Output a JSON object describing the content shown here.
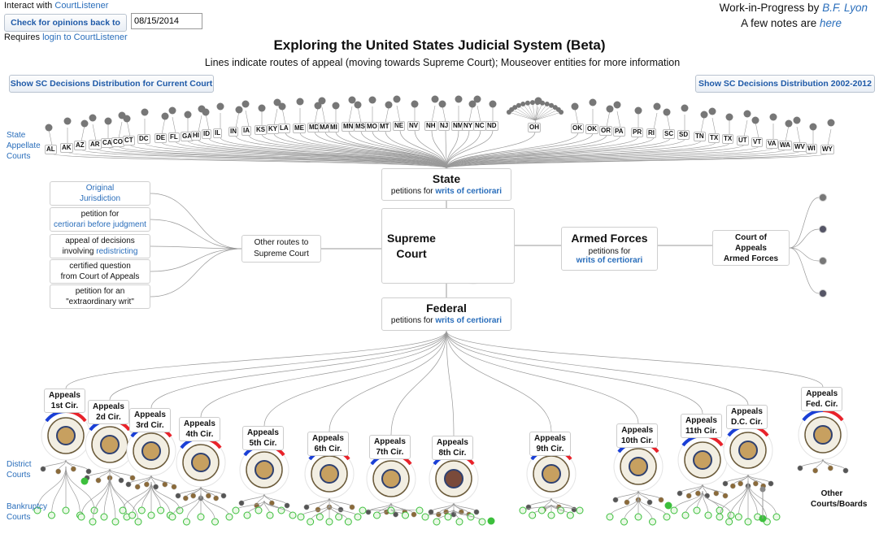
{
  "header": {
    "interact_prefix": "Interact with",
    "courtlistener": "CourtListener",
    "check_button": "Check for opinions back to",
    "date_value": "08/15/2014",
    "requires_prefix": "Requires",
    "login_link": "login to CourtListener",
    "wip_prefix": "Work-in-Progress by",
    "author": "B.F. Lyon",
    "notes_prefix": "A few notes are",
    "notes_link": "here"
  },
  "title": "Exploring the United States Judicial System (Beta)",
  "subtitle": "Lines indicate routes of appeal (moving towards Supreme Court); Mouseover entities for more information",
  "buttons": {
    "current_court": "Show SC Decisions Distribution for Current Court",
    "range": "Show SC Decisions Distribution 2002-2012"
  },
  "side_labels": {
    "state_appellate": "State Appellate Courts",
    "district": "District Courts",
    "bankruptcy": "Bankruptcy Courts"
  },
  "states": [
    "AL",
    "AK",
    "AZ",
    "AR",
    "CA",
    "CO",
    "CT",
    "DC",
    "DE",
    "FL",
    "GA",
    "HI",
    "ID",
    "IL",
    "IN",
    "IA",
    "KS",
    "KY",
    "LA",
    "ME",
    "MD",
    "MA",
    "MI",
    "MN",
    "MS",
    "MO",
    "MT",
    "NE",
    "NV",
    "NH",
    "NJ",
    "NM",
    "NY",
    "NC",
    "ND",
    "OH",
    "OK",
    "OK",
    "OR",
    "PA",
    "PR",
    "RI",
    "SC",
    "SD",
    "TN",
    "TX",
    "TX",
    "UT",
    "VT",
    "VA",
    "WA",
    "WV",
    "WI",
    "WY"
  ],
  "state_box": {
    "title": "State",
    "petitions": "petitions for",
    "writs": "writs of certiorari"
  },
  "federal_box": {
    "title": "Federal",
    "petitions": "petitions for",
    "writs": "writs of certiorari"
  },
  "supreme": {
    "line1": "Supreme",
    "line2": "Court"
  },
  "armed": {
    "title": "Armed Forces",
    "petitions": "petitions for",
    "writs": "writs of certiorari",
    "caaf": "Court of Appeals Armed Forces"
  },
  "other_routes": "Other routes to Supreme Court",
  "routes": [
    {
      "l1": "Original",
      "l2": "Jurisdiction",
      "link": 3
    },
    {
      "l1": "petition for",
      "l2": "certiorari before judgment",
      "link": 2
    },
    {
      "l1": "appeal of decisions",
      "l2": "involving redistricting",
      "link": 4
    },
    {
      "l1": "certified question",
      "l2": "from Court of Appeals",
      "link": 0
    },
    {
      "l1": "petition for an",
      "l2": "\"extraordinary writ\"",
      "link": 0
    }
  ],
  "route_parts": {
    "original": "Original",
    "jurisdiction": "Jurisdiction",
    "cbj1": "petition for",
    "cbj2": "certiorari before judgment",
    "red1": "appeal of decisions",
    "red2a": "involving ",
    "red2b": "redistricting",
    "cq1": "certified question",
    "cq2": "from Court of Appeals",
    "ew1": "petition for an",
    "ew2": "\"extraordinary writ\""
  },
  "circuits": [
    {
      "a": "Appeals",
      "c": "1st Cir."
    },
    {
      "a": "Appeals",
      "c": "2d Cir."
    },
    {
      "a": "Appeals",
      "c": "3rd Cir."
    },
    {
      "a": "Appeals",
      "c": "4th Cir."
    },
    {
      "a": "Appeals",
      "c": "5th Cir."
    },
    {
      "a": "Appeals",
      "c": "6th Cir."
    },
    {
      "a": "Appeals",
      "c": "7th Cir."
    },
    {
      "a": "Appeals",
      "c": "8th Cir."
    },
    {
      "a": "Appeals",
      "c": "9th Cir."
    },
    {
      "a": "Appeals",
      "c": "10th Cir."
    },
    {
      "a": "Appeals",
      "c": "11th Cir."
    },
    {
      "a": "Appeals",
      "c": "D.C. Cir."
    },
    {
      "a": "Appeals",
      "c": "Fed. Cir."
    }
  ],
  "other_courts": "Other Courts/Boards",
  "colors": {
    "blue": "#1a3fd6",
    "red": "#e8222a",
    "green": "#3cbf3c",
    "link": "#2a6ebb",
    "line": "#999999"
  }
}
